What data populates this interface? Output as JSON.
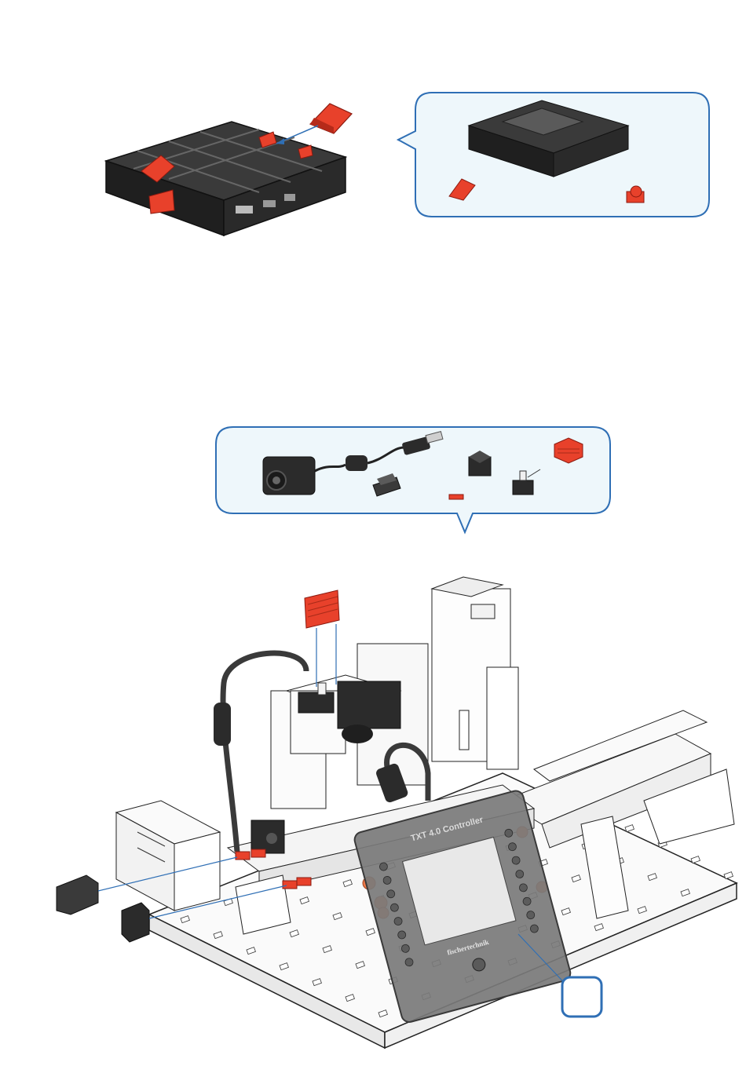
{
  "step1": {
    "callout_parts": [
      "controller-module",
      "red-angle-block",
      "red-clip"
    ]
  },
  "step2": {
    "callout_parts": [
      "usb-camera",
      "gray-holder",
      "black-cube",
      "red-connector",
      "red-cap",
      "push-button"
    ]
  },
  "assembly": {
    "controller_title": "TXT 4.0 Controller",
    "controller_brand": "fischertechnik",
    "step_badge": ""
  },
  "colors": {
    "callout_border": "#2f6fb5",
    "callout_fill": "#eef7fb",
    "accent_red": "#e8412b",
    "accent_orange": "#f07a4a",
    "part_dark": "#2b2b2b",
    "controller_gray": "#7a7a7a"
  }
}
